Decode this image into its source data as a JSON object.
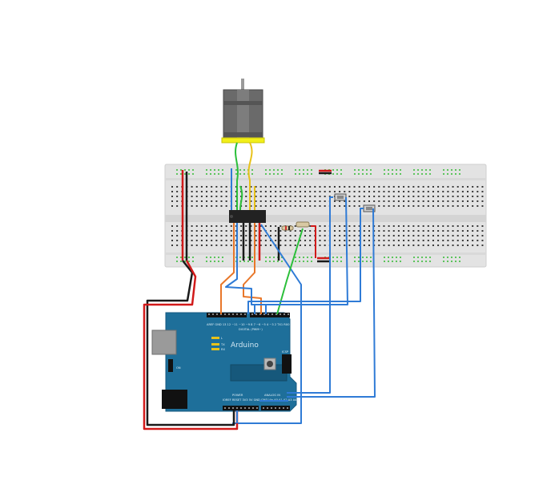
{
  "board": {
    "logo_text": "Arduino",
    "pin_labels_top": "AREF GND 13 12 ~11 ~10 ~9 8  7 ~6 ~5 4 ~3 2 TX1 RX0",
    "pin_labels_bottom": "IOREF RESET 3V3 5V GND GND Vin  A0 A1 A2 A3 A4 A5",
    "digital_label": "DIGITAL (PWM~)",
    "analog_label": "ANALOG IN",
    "power_label": "POWER",
    "led_labels": [
      "L",
      "TX",
      "RX"
    ],
    "on_label": "ON",
    "icsp_label": "ICSP"
  },
  "colors": {
    "breadboard_body": "#e3e3e3",
    "breadboard_hole": "#3a3a3a",
    "rail_hole": "#5cc45c",
    "arduino_body": "#1e6f9a",
    "arduino_dark": "#16587b",
    "wire_red": "#d11a1a",
    "wire_black": "#1a1a1a",
    "wire_blue": "#2f7bd6",
    "wire_green": "#2bbf3a",
    "wire_orange": "#e8772a",
    "wire_yellow": "#e8c21a",
    "motor_body": "#6a6a6a",
    "motor_cap": "#f2ef1a",
    "chip": "#222222"
  }
}
